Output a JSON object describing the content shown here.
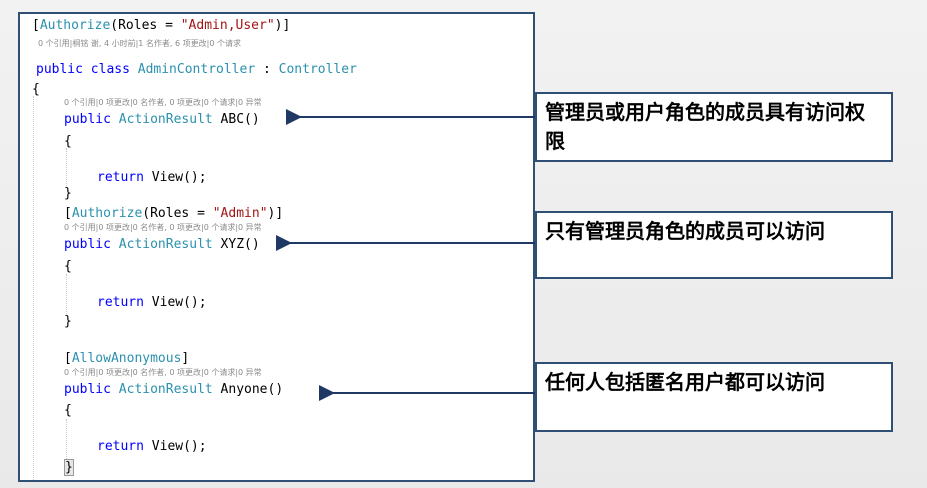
{
  "code": {
    "class_attr": {
      "open": "[",
      "name": "Authorize",
      "args_open": "(Roles = ",
      "value": "\"Admin,User\"",
      "close": ")]"
    },
    "class_meta": "0 个引用|桐铭 谢, 4 小时前|1 名作者, 6 项更改|0 个请求",
    "class_decl": {
      "kw": "public class",
      "name": "AdminController",
      "sep": " : ",
      "base": "Controller"
    },
    "brace_open": "{",
    "brace_close": "}",
    "method_meta": "0 个引用|0 项更改|0 名作者, 0 项更改|0 个请求|0 异常",
    "kw_public": "public",
    "return_type": "ActionResult",
    "return_kw": "return",
    "view_call": "View();",
    "method1": {
      "name": "ABC",
      "params": "()"
    },
    "attr2": {
      "open": "[",
      "name": "Authorize",
      "args_open": "(Roles = ",
      "value": "\"Admin\"",
      "close": ")]"
    },
    "method2": {
      "name": "XYZ",
      "params": "()"
    },
    "attr3": {
      "open": "[",
      "name": "AllowAnonymous",
      "close": "]"
    },
    "method3": {
      "name": "Anyone",
      "params": "()"
    }
  },
  "annotations": [
    {
      "text": "管理员或用户角色的成员具有访问权限"
    },
    {
      "text": "只有管理员角色的成员可以访问"
    },
    {
      "text": "任何人包括匿名用户都可以访问"
    }
  ],
  "colors": {
    "border": "#2f4f75",
    "keyword": "#0000ff",
    "type": "#2b91af",
    "string": "#a31515",
    "arrow": "#1f3864"
  }
}
